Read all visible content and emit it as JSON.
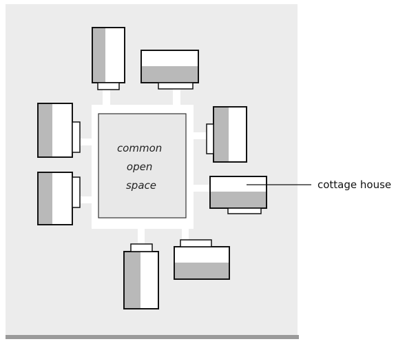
{
  "diagram": {
    "center_lines": [
      "common",
      "open",
      "space"
    ],
    "callout_label": "cottage house"
  },
  "colors": {
    "site_background": "#ececec",
    "site_bottom_edge": "#9a9a9a",
    "path": "#ffffff",
    "house_shaded": "#b9b9b9",
    "house_outline": "#111111",
    "open_space_fill": "#e8e8e8",
    "callout_line": "#111111"
  }
}
